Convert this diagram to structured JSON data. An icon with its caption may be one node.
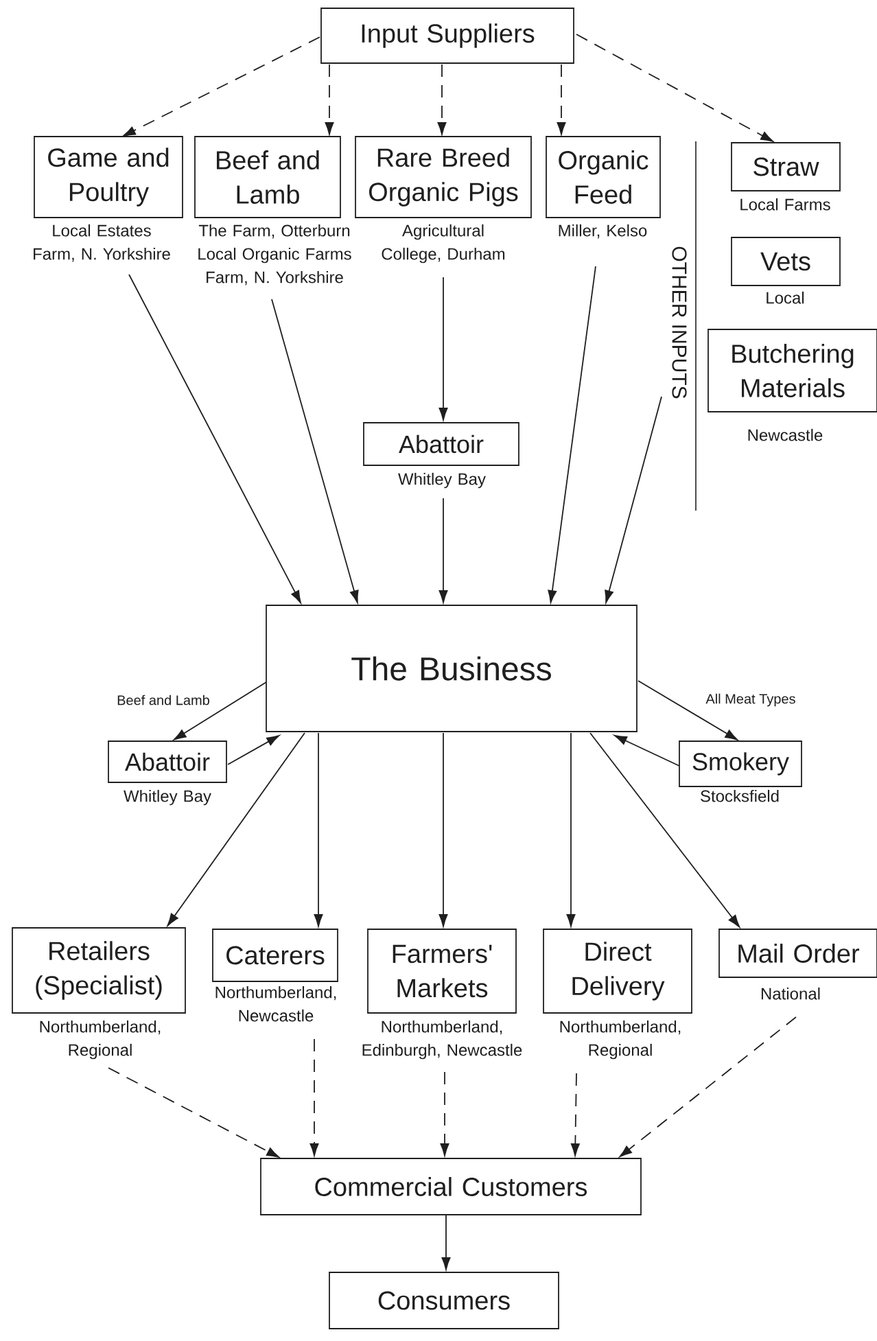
{
  "diagram": {
    "nodes": [
      {
        "text": [
          "Input Suppliers"
        ]
      },
      {
        "text": [
          "Game and Poultry"
        ],
        "beside": [
          "Local Estates Farm, N. Yorkshire"
        ]
      },
      {
        "text": [
          "Beef and Lamb"
        ],
        "beside": [
          "The Farm, Otterburn Local Organic Farms Farm, N. Yorkshire"
        ]
      },
      {
        "text": [
          "Rare Breed Organic Pigs"
        ],
        "beside": [
          "Agricultural College, Durham"
        ]
      },
      {
        "text": [
          "Organic Feed"
        ],
        "beside": [
          "Miller, Kelso"
        ]
      },
      {
        "text": [
          "Straw"
        ],
        "beside": [
          "Local Farms"
        ]
      },
      {
        "text": [
          "Vets"
        ],
        "beside": [
          "Local"
        ]
      },
      {
        "text": [
          "Butchering Materials"
        ],
        "beside": [
          "Newcastle"
        ]
      },
      {
        "text": [
          "Abattoir"
        ],
        "beside": [
          "Whitley Bay"
        ]
      },
      {
        "text": [
          "The Business"
        ]
      },
      {
        "text": [
          "Abattoir"
        ],
        "beside": [
          "Whitley Bay"
        ]
      },
      {
        "text": [
          "Smokery"
        ],
        "beside": [
          "Stocksfield"
        ]
      },
      {
        "text": [
          "Retailers (Specialist)"
        ],
        "beside": [
          "Northumberland, Regional"
        ]
      },
      {
        "text": [
          "Caterers"
        ],
        "beside": [
          "Northumberland, Newcastle"
        ]
      },
      {
        "text": [
          "Farmers' Markets"
        ],
        "beside": [
          "Northumberland, Edinburgh, Newcastle"
        ]
      },
      {
        "text": [
          "Direct Delivery"
        ],
        "beside": [
          "Northumberland, Regional"
        ]
      },
      {
        "text": [
          "Mail Order"
        ],
        "beside": [
          "National"
        ]
      },
      {
        "text": [
          "Commercial Customers"
        ]
      },
      {
        "text": [
          "Consumers"
        ]
      },
      {
        "text": [
          "OTHER INPUTS"
        ]
      }
    ],
    "edges": [
      {
        "from": 0,
        "to": 1,
        "arrow": "to",
        "style": "dashed"
      },
      {
        "from": 0,
        "to": 2,
        "arrow": "to",
        "style": "dashed"
      },
      {
        "from": 0,
        "to": 3,
        "arrow": "to",
        "style": "dashed"
      },
      {
        "from": 0,
        "to": 4,
        "arrow": "to",
        "style": "dashed"
      },
      {
        "from": 0,
        "to": 5,
        "arrow": "to",
        "style": "dashed"
      },
      {
        "from": 1,
        "to": 9,
        "arrow": "to"
      },
      {
        "from": 2,
        "to": 9,
        "arrow": "to"
      },
      {
        "from": 3,
        "to": 8,
        "arrow": "to"
      },
      {
        "from": 8,
        "to": 9,
        "arrow": "to"
      },
      {
        "from": 4,
        "to": 9,
        "arrow": "to"
      },
      {
        "from": 19,
        "to": 9,
        "arrow": "to"
      },
      {
        "from": 9,
        "to": 10,
        "arrow": "to",
        "label": "Beef and Lamb"
      },
      {
        "from": 10,
        "to": 9,
        "arrow": "to"
      },
      {
        "from": 11,
        "to": 9,
        "arrow": "to"
      },
      {
        "from": 9,
        "to": 11,
        "arrow": "to",
        "label": "All Meat Types"
      },
      {
        "from": 9,
        "to": 12,
        "arrow": "to"
      },
      {
        "from": 9,
        "to": 13,
        "arrow": "to"
      },
      {
        "from": 9,
        "to": 14,
        "arrow": "to"
      },
      {
        "from": 9,
        "to": 15,
        "arrow": "to"
      },
      {
        "from": 9,
        "to": 16,
        "arrow": "to"
      },
      {
        "from": 12,
        "to": 17,
        "arrow": "to",
        "style": "dashed"
      },
      {
        "from": 13,
        "to": 17,
        "arrow": "to",
        "style": "dashed"
      },
      {
        "from": 14,
        "to": 17,
        "arrow": "to",
        "style": "dashed"
      },
      {
        "from": 15,
        "to": 17,
        "arrow": "to",
        "style": "dashed"
      },
      {
        "from": 16,
        "to": 17,
        "arrow": "to",
        "style": "dashed"
      },
      {
        "from": 17,
        "to": 18,
        "arrow": "to"
      }
    ]
  }
}
